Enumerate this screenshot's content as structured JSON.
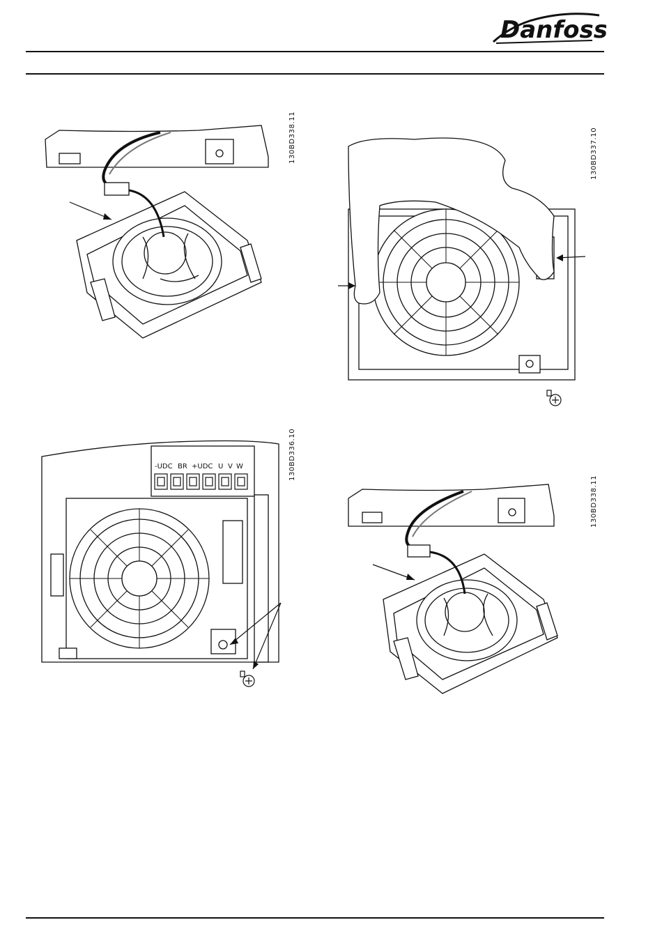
{
  "brand": {
    "logo_text": "Danfoss"
  },
  "figures": [
    {
      "id": "fig-top-left",
      "code": "130BD338.11"
    },
    {
      "id": "fig-top-right",
      "code": "130BD337.10"
    },
    {
      "id": "fig-bottom-left",
      "code": "130BD336.10",
      "terminals": [
        "-UDC",
        "BR",
        "+UDC",
        "U",
        "V",
        "W"
      ]
    },
    {
      "id": "fig-bottom-right",
      "code": "130BD338.11"
    }
  ]
}
